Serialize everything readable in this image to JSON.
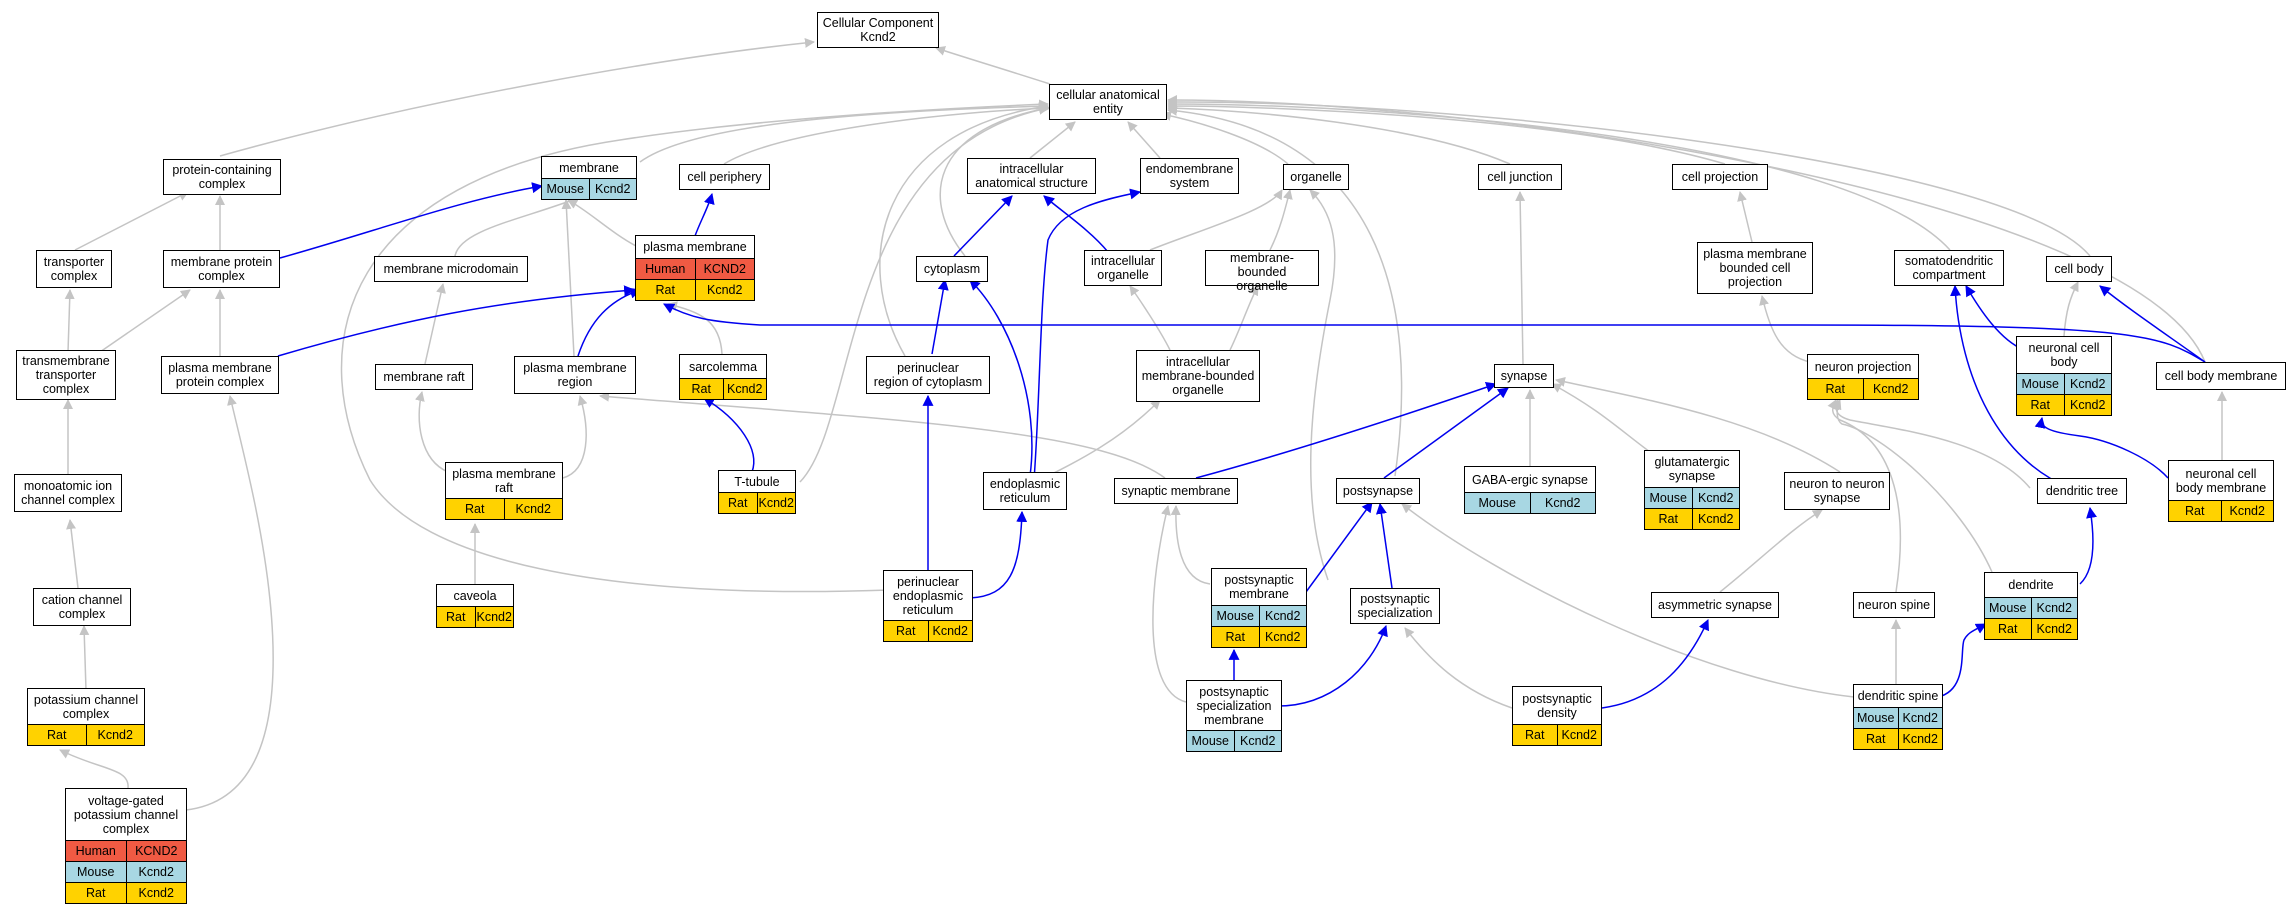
{
  "colors": {
    "human": "#f05a43",
    "mouse": "#a8d7e3",
    "rat": "#ffd200",
    "edge_gray": "#c4c4c4",
    "edge_blue": "#0000ee"
  },
  "nodes": {
    "cellular_component": {
      "label": "Cellular Component\nKcnd2",
      "species": []
    },
    "cellular_anatomical_entity": {
      "label": "cellular anatomical\nentity",
      "species": []
    },
    "protein_containing_complex": {
      "label": "protein-containing\ncomplex",
      "species": []
    },
    "membrane": {
      "label": "membrane",
      "species": [
        [
          "Mouse",
          "Kcnd2"
        ]
      ]
    },
    "cell_periphery": {
      "label": "cell periphery",
      "species": []
    },
    "intracellular_anatomical_structure": {
      "label": "intracellular\nanatomical structure",
      "species": []
    },
    "endomembrane_system": {
      "label": "endomembrane\nsystem",
      "species": []
    },
    "organelle": {
      "label": "organelle",
      "species": []
    },
    "cell_junction": {
      "label": "cell junction",
      "species": []
    },
    "cell_projection": {
      "label": "cell projection",
      "species": []
    },
    "transporter_complex": {
      "label": "transporter\ncomplex",
      "species": []
    },
    "membrane_protein_complex": {
      "label": "membrane protein\ncomplex",
      "species": []
    },
    "membrane_microdomain": {
      "label": "membrane microdomain",
      "species": []
    },
    "plasma_membrane": {
      "label": "plasma membrane",
      "species": [
        [
          "Human",
          "KCND2"
        ],
        [
          "Rat",
          "Kcnd2"
        ]
      ]
    },
    "cytoplasm": {
      "label": "cytoplasm",
      "species": []
    },
    "intracellular_organelle": {
      "label": "intracellular\norganelle",
      "species": []
    },
    "membrane_bounded_organelle": {
      "label": "membrane-bounded\norganelle",
      "species": []
    },
    "pm_bounded_cell_projection": {
      "label": "plasma membrane\nbounded cell\nprojection",
      "species": []
    },
    "somatodendritic_compartment": {
      "label": "somatodendritic\ncompartment",
      "species": []
    },
    "cell_body": {
      "label": "cell body",
      "species": []
    },
    "transmembrane_transporter_complex": {
      "label": "transmembrane\ntransporter\ncomplex",
      "species": []
    },
    "pm_protein_complex": {
      "label": "plasma membrane\nprotein complex",
      "species": []
    },
    "membrane_raft": {
      "label": "membrane raft",
      "species": []
    },
    "pm_region": {
      "label": "plasma membrane\nregion",
      "species": []
    },
    "sarcolemma": {
      "label": "sarcolemma",
      "species": [
        [
          "Rat",
          "Kcnd2"
        ]
      ]
    },
    "perinuclear_cytoplasm": {
      "label": "perinuclear\nregion of cytoplasm",
      "species": []
    },
    "intracellular_mb_organelle": {
      "label": "intracellular\nmembrane-bounded\norganelle",
      "species": []
    },
    "synapse": {
      "label": "synapse",
      "species": []
    },
    "neuron_projection": {
      "label": "neuron projection",
      "species": [
        [
          "Rat",
          "Kcnd2"
        ]
      ]
    },
    "neuronal_cell_body": {
      "label": "neuronal cell\nbody",
      "species": [
        [
          "Mouse",
          "Kcnd2"
        ],
        [
          "Rat",
          "Kcnd2"
        ]
      ]
    },
    "cell_body_membrane": {
      "label": "cell body membrane",
      "species": []
    },
    "monoatomic_ion_channel_complex": {
      "label": "monoatomic ion\nchannel complex",
      "species": []
    },
    "pm_raft": {
      "label": "plasma membrane\nraft",
      "species": [
        [
          "Rat",
          "Kcnd2"
        ]
      ]
    },
    "t_tubule": {
      "label": "T-tubule",
      "species": [
        [
          "Rat",
          "Kcnd2"
        ]
      ]
    },
    "endoplasmic_reticulum": {
      "label": "endoplasmic\nreticulum",
      "species": []
    },
    "synaptic_membrane": {
      "label": "synaptic membrane",
      "species": []
    },
    "postsynapse": {
      "label": "postsynapse",
      "species": []
    },
    "gaba_ergic_synapse": {
      "label": "GABA-ergic synapse",
      "species": [
        [
          "Mouse",
          "Kcnd2"
        ]
      ]
    },
    "glutamatergic_synapse": {
      "label": "glutamatergic\nsynapse",
      "species": [
        [
          "Mouse",
          "Kcnd2"
        ],
        [
          "Rat",
          "Kcnd2"
        ]
      ]
    },
    "neuron_to_neuron_synapse": {
      "label": "neuron to neuron\nsynapse",
      "species": []
    },
    "dendritic_tree": {
      "label": "dendritic tree",
      "species": []
    },
    "neuronal_cell_body_membrane": {
      "label": "neuronal cell\nbody membrane",
      "species": [
        [
          "Rat",
          "Kcnd2"
        ]
      ]
    },
    "cation_channel_complex": {
      "label": "cation channel\ncomplex",
      "species": []
    },
    "caveola": {
      "label": "caveola",
      "species": [
        [
          "Rat",
          "Kcnd2"
        ]
      ]
    },
    "perinuclear_er": {
      "label": "perinuclear\nendoplasmic\nreticulum",
      "species": [
        [
          "Rat",
          "Kcnd2"
        ]
      ]
    },
    "postsynaptic_membrane": {
      "label": "postsynaptic\nmembrane",
      "species": [
        [
          "Mouse",
          "Kcnd2"
        ],
        [
          "Rat",
          "Kcnd2"
        ]
      ]
    },
    "postsynaptic_specialization": {
      "label": "postsynaptic\nspecialization",
      "species": []
    },
    "asymmetric_synapse": {
      "label": "asymmetric synapse",
      "species": []
    },
    "neuron_spine": {
      "label": "neuron spine",
      "species": []
    },
    "dendrite": {
      "label": "dendrite",
      "species": [
        [
          "Mouse",
          "Kcnd2"
        ],
        [
          "Rat",
          "Kcnd2"
        ]
      ]
    },
    "potassium_channel_complex": {
      "label": "potassium channel\ncomplex",
      "species": [
        [
          "Rat",
          "Kcnd2"
        ]
      ]
    },
    "postsynaptic_specialization_membrane": {
      "label": "postsynaptic\nspecialization\nmembrane",
      "species": [
        [
          "Mouse",
          "Kcnd2"
        ]
      ]
    },
    "postsynaptic_density": {
      "label": "postsynaptic\ndensity",
      "species": [
        [
          "Rat",
          "Kcnd2"
        ]
      ]
    },
    "dendritic_spine": {
      "label": "dendritic spine",
      "species": [
        [
          "Mouse",
          "Kcnd2"
        ],
        [
          "Rat",
          "Kcnd2"
        ]
      ]
    },
    "vg_potassium_channel_complex": {
      "label": "voltage-gated\npotassium channel\ncomplex",
      "species": [
        [
          "Human",
          "KCND2"
        ],
        [
          "Mouse",
          "Kcnd2"
        ],
        [
          "Rat",
          "Kcnd2"
        ]
      ]
    }
  }
}
